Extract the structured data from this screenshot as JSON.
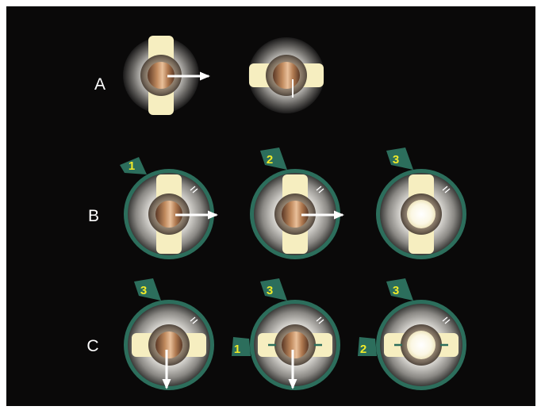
{
  "rows": [
    {
      "label": "A"
    },
    {
      "label": "B"
    },
    {
      "label": "C"
    }
  ],
  "figures": [
    {
      "row": "A",
      "badges": [],
      "incision": "vertical",
      "arrow": "right",
      "state": "capsule-dark",
      "rim": false,
      "sideport": false
    },
    {
      "row": "A",
      "badges": [],
      "incision": "horizontal",
      "arrow": "down-short",
      "state": "capsule-dark",
      "rim": false,
      "sideport": false
    },
    {
      "row": "B",
      "badges": [
        "1"
      ],
      "incision": "vertical",
      "arrow": "right",
      "state": "capsule-dark",
      "rim": true,
      "sideport": true
    },
    {
      "row": "B",
      "badges": [
        "2"
      ],
      "incision": "vertical",
      "arrow": "right",
      "state": "capsule-dark",
      "rim": true,
      "sideport": true
    },
    {
      "row": "B",
      "badges": [
        "3"
      ],
      "incision": "vertical",
      "arrow": "none",
      "state": "cleared",
      "rim": true,
      "sideport": true
    },
    {
      "row": "C",
      "badges": [
        "3"
      ],
      "incision": "horizontal",
      "arrow": "down",
      "state": "capsule-dark",
      "rim": true,
      "sideport": true
    },
    {
      "row": "C",
      "badges": [
        "3",
        "1"
      ],
      "incision": "horizontal",
      "arrow": "down",
      "state": "capsule-dark",
      "rim": true,
      "sideport": true
    },
    {
      "row": "C",
      "badges": [
        "3",
        "2"
      ],
      "incision": "horizontal",
      "arrow": "none",
      "state": "cleared",
      "rim": true,
      "sideport": true
    }
  ],
  "colors": {
    "background": "#0a0909",
    "rim": "#2c6e5c",
    "badge_text": "#f0ea2a",
    "incision": "#f6eec0",
    "arrow": "#ffffff",
    "label": "#ffffff"
  }
}
